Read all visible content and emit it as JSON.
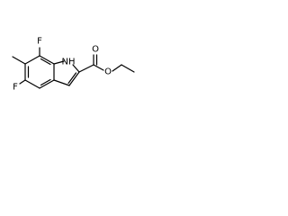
{
  "structure": {
    "atoms": {
      "f_top": "F",
      "nh": "NH",
      "f_bottom": "F",
      "o_carbonyl": "O",
      "o_ester": "O"
    }
  }
}
